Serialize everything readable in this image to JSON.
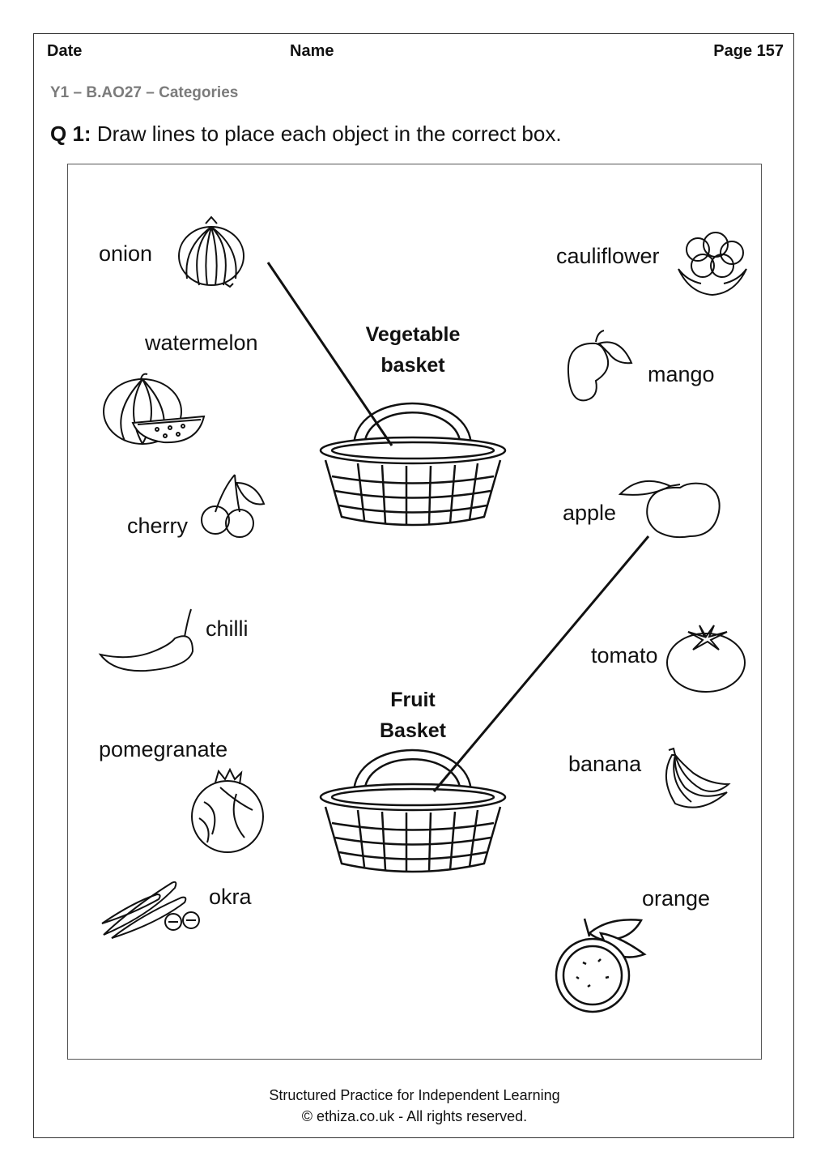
{
  "header": {
    "date_label": "Date",
    "name_label": "Name",
    "page_label": "Page 157"
  },
  "worksheet": {
    "code": "Y1 – B.AO27 – Categories",
    "question_number": "Q 1:",
    "question_text": "Draw lines to place each object in the correct box."
  },
  "baskets": {
    "vegetable_line1": "Vegetable",
    "vegetable_line2": "basket",
    "fruit_line1": "Fruit",
    "fruit_line2": "Basket"
  },
  "items": {
    "onion": "onion",
    "watermelon": "watermelon",
    "cherry": "cherry",
    "chilli": "chilli",
    "pomegranate": "pomegranate",
    "okra": "okra",
    "cauliflower": "cauliflower",
    "mango": "mango",
    "apple": "apple",
    "tomato": "tomato",
    "banana": "banana",
    "orange": "orange"
  },
  "icons": [
    "onion-icon",
    "watermelon-icon",
    "cherry-icon",
    "chilli-icon",
    "pomegranate-icon",
    "okra-icon",
    "cauliflower-icon",
    "mango-icon",
    "apple-icon",
    "tomato-icon",
    "banana-icon",
    "orange-icon",
    "basket-icon"
  ],
  "colors": {
    "line": "#111111",
    "code_text": "#7b7b7b",
    "border": "#333333"
  },
  "footer": {
    "line1": "Structured Practice for Independent Learning",
    "line2": "© ethiza.co.uk - All rights reserved."
  }
}
